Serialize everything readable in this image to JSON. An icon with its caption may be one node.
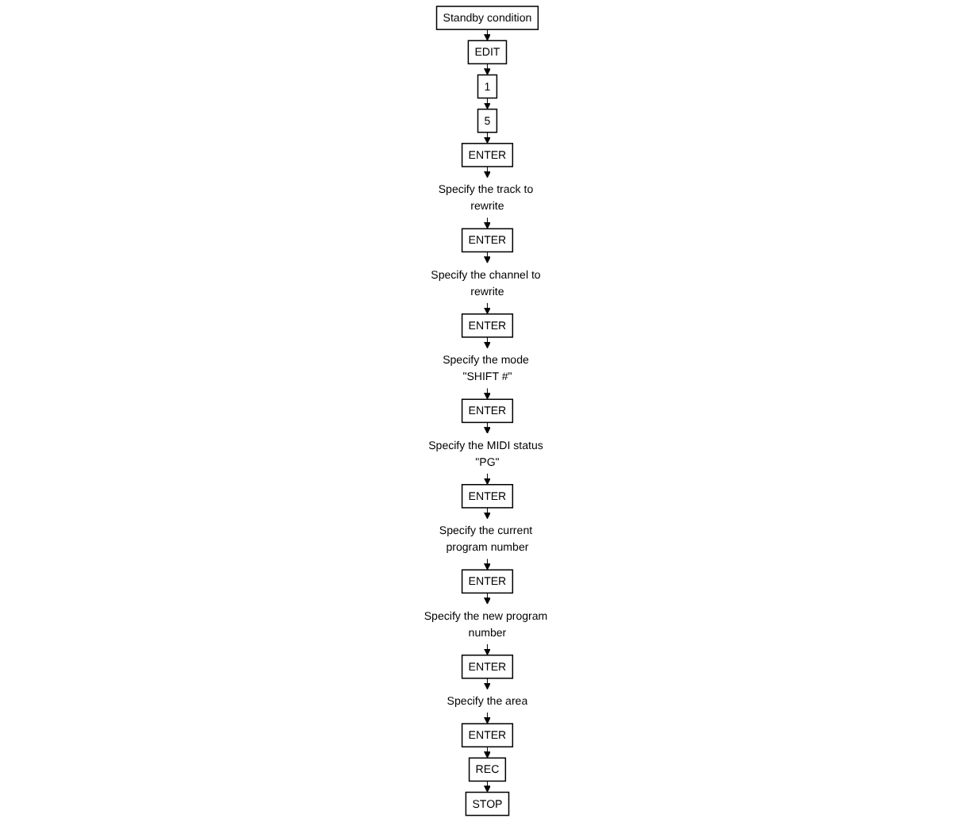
{
  "diagram": {
    "nodes": [
      {
        "text": [
          "Standby condition"
        ]
      },
      {
        "text": [
          "EDIT"
        ]
      },
      {
        "text": [
          "1"
        ]
      },
      {
        "text": [
          "5"
        ]
      },
      {
        "text": [
          "ENTER"
        ]
      },
      {
        "text": [
          "Specify the track to rewrite"
        ]
      },
      {
        "text": [
          "ENTER"
        ]
      },
      {
        "text": [
          "Specify the channel to rewrite"
        ]
      },
      {
        "text": [
          "ENTER"
        ]
      },
      {
        "text": [
          "Specify the mode \"SHIFT #\""
        ]
      },
      {
        "text": [
          "ENTER"
        ]
      },
      {
        "text": [
          "Specify the MIDI status \"PG\""
        ]
      },
      {
        "text": [
          "ENTER"
        ]
      },
      {
        "text": [
          "Specify the current program number"
        ]
      },
      {
        "text": [
          "ENTER"
        ]
      },
      {
        "text": [
          "Specify the new program number"
        ]
      },
      {
        "text": [
          "ENTER"
        ]
      },
      {
        "text": [
          "Specify the area"
        ]
      },
      {
        "text": [
          "ENTER"
        ]
      },
      {
        "text": [
          "REC"
        ]
      },
      {
        "text": [
          "STOP"
        ]
      }
    ],
    "edges": [
      {
        "from": 0,
        "to": 1,
        "arrow": "to"
      },
      {
        "from": 1,
        "to": 2,
        "arrow": "to"
      },
      {
        "from": 2,
        "to": 3,
        "arrow": "to"
      },
      {
        "from": 3,
        "to": 4,
        "arrow": "to"
      },
      {
        "from": 4,
        "to": 5,
        "arrow": "to"
      },
      {
        "from": 5,
        "to": 6,
        "arrow": "to"
      },
      {
        "from": 6,
        "to": 7,
        "arrow": "to"
      },
      {
        "from": 7,
        "to": 8,
        "arrow": "to"
      },
      {
        "from": 8,
        "to": 9,
        "arrow": "to"
      },
      {
        "from": 9,
        "to": 10,
        "arrow": "to"
      },
      {
        "from": 10,
        "to": 11,
        "arrow": "to"
      },
      {
        "from": 11,
        "to": 12,
        "arrow": "to"
      },
      {
        "from": 12,
        "to": 13,
        "arrow": "to"
      },
      {
        "from": 13,
        "to": 14,
        "arrow": "to"
      },
      {
        "from": 14,
        "to": 15,
        "arrow": "to"
      },
      {
        "from": 15,
        "to": 16,
        "arrow": "to"
      },
      {
        "from": 16,
        "to": 17,
        "arrow": "to"
      },
      {
        "from": 17,
        "to": 18,
        "arrow": "to"
      },
      {
        "from": 18,
        "to": 19,
        "arrow": "to"
      },
      {
        "from": 19,
        "to": 20,
        "arrow": "to"
      }
    ]
  }
}
